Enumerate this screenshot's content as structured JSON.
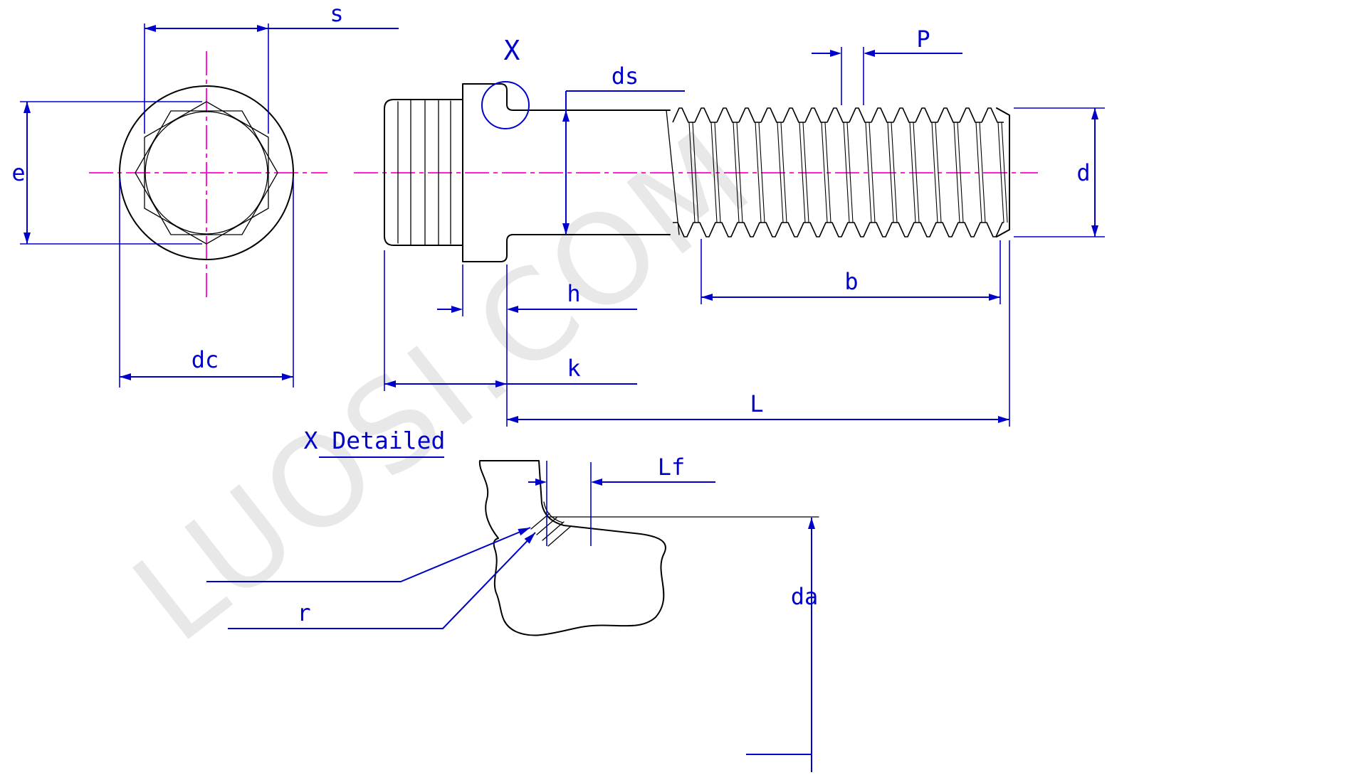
{
  "drawing": {
    "watermark": "LUOSI.COM",
    "detail_title": "X Detailed",
    "labels": {
      "s": "s",
      "e": "e",
      "dc": "dc",
      "x": "X",
      "ds": "ds",
      "p": "P",
      "d": "d",
      "h": "h",
      "k": "k",
      "b": "b",
      "l": "L",
      "lf": "Lf",
      "da": "da",
      "r": "r"
    },
    "colors": {
      "dimension_blue": "#0000cd",
      "centerline_magenta": "#ff00cc",
      "outline_black": "#000000",
      "watermark_gray": "#dadada"
    }
  }
}
